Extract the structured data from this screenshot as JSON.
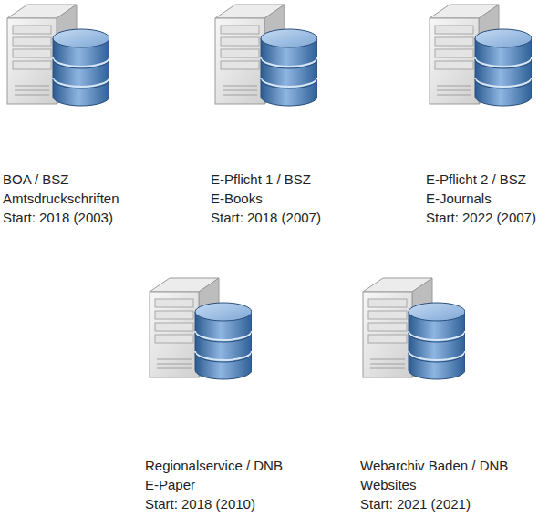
{
  "diagram": {
    "nodes": [
      {
        "text": [
          "BOA / BSZ",
          "Amtsdruckschriften",
          "Start: 2018 (2003)"
        ]
      },
      {
        "text": [
          "E-Pflicht 1 / BSZ",
          "E-Books",
          "Start: 2018 (2007)"
        ]
      },
      {
        "text": [
          "E-Pflicht 2 / BSZ",
          "E-Journals",
          "Start: 2022 (2007)"
        ]
      },
      {
        "text": [
          "Regionalservice / DNB",
          "E-Paper",
          "Start: 2018 (2010)"
        ]
      },
      {
        "text": [
          "Webarchiv Baden / DNB",
          "Websites",
          "Start: 2021 (2021)"
        ]
      }
    ]
  }
}
